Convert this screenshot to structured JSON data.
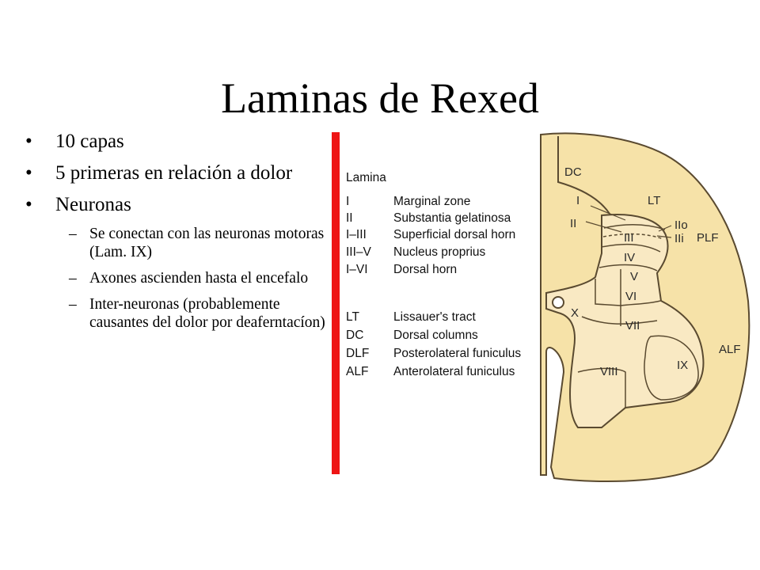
{
  "title": "Laminas de Rexed",
  "bullets": [
    {
      "text": "10 capas",
      "sub": []
    },
    {
      "text": "5 primeras en relación a dolor",
      "sub": []
    },
    {
      "text": "Neuronas",
      "sub": [
        "Se conectan con las neuronas motoras  (Lam. IX)",
        "Axones ascienden hasta el encefalo",
        "Inter-neuronas (probablemente causantes del dolor por deaferntacíon)"
      ]
    }
  ],
  "legend": {
    "heading": "Lamina",
    "rows": [
      {
        "abbr": "I",
        "desc": "Marginal zone"
      },
      {
        "abbr": "II",
        "desc": "Substantia gelatinosa"
      },
      {
        "abbr": "I–III",
        "desc": "Superficial dorsal horn"
      },
      {
        "abbr": "III–V",
        "desc": "Nucleus proprius"
      },
      {
        "abbr": "I–VI",
        "desc": "Dorsal horn"
      },
      {
        "abbr": "LT",
        "desc": "Lissauer's tract"
      },
      {
        "abbr": "DC",
        "desc": "Dorsal columns"
      },
      {
        "abbr": "DLF",
        "desc": "Posterolateral funiculus"
      },
      {
        "abbr": "ALF",
        "desc": "Anterolateral funiculus"
      }
    ]
  },
  "diagram_labels": {
    "dc": "DC",
    "lt": "LT",
    "plf": "PLF",
    "alf": "ALF",
    "i": "I",
    "ii": "II",
    "iio": "IIo",
    "iii_inner": "IIi",
    "iii": "III",
    "iv": "IV",
    "v": "V",
    "vi": "VI",
    "vii": "VII",
    "viii": "VIII",
    "ix": "IX",
    "x": "X"
  },
  "colors": {
    "accent_bar": "#ee1515",
    "white_matter": "#f6e2a8",
    "gray_matter": "#f9e9c3",
    "outline": "#5a4a30"
  }
}
